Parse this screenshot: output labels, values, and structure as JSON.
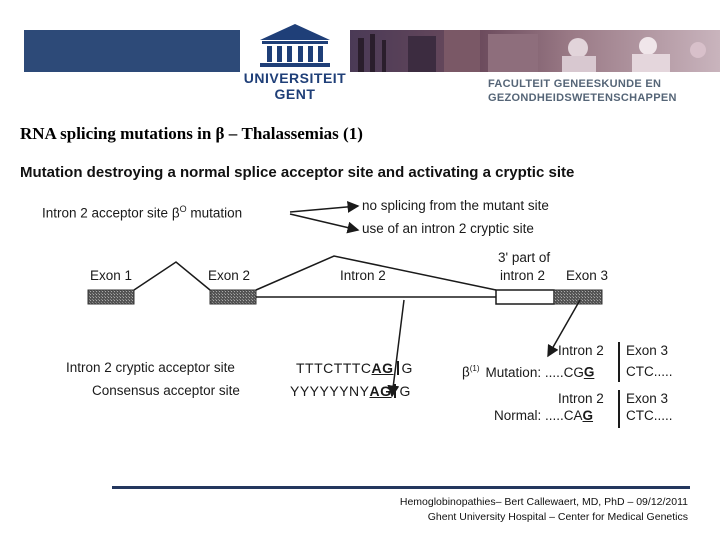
{
  "header": {
    "logo_line1": "UNIVERSITEIT",
    "logo_line2": "GENT",
    "faculty_line1": "FACULTEIT GENEESKUNDE EN",
    "faculty_line2": "GEZONDHEIDSWETENSCHAPPEN",
    "banner_color": "#2d4a78"
  },
  "slide": {
    "title": "RNA splicing mutations in β – Thalassemias (1)",
    "subtitle": "Mutation destroying a normal splice acceptor site and activating a cryptic site"
  },
  "diagram": {
    "mutation_label": "Intron 2 acceptor site β",
    "mutation_sup": "O",
    "mutation_suffix": " mutation",
    "effect1": "no splicing from the mutant site",
    "effect2": "use of an intron 2 cryptic site",
    "exon1": "Exon 1",
    "exon2": "Exon 2",
    "intron2": "Intron 2",
    "three_prime_line1": "3' part of",
    "three_prime_line2": "intron 2",
    "exon3": "Exon 3",
    "cryptic_label": "Intron 2 cryptic acceptor site",
    "cryptic_seq_prefix": "TTTCTTTC",
    "cryptic_seq_ag": "AG",
    "cryptic_seq_suffix": "G",
    "consensus_label": "Consensus acceptor site",
    "consensus_seq_prefix": "YYYYYYNY",
    "consensus_seq_ag": "AG",
    "consensus_seq_suffix": "G",
    "mutation_block_intron": "Intron 2",
    "mutation_block_exon": "Exon 3",
    "beta_sup": "(1)",
    "mutation_row_label": "β",
    "mutation_row_text": "Mutation: .....CG",
    "mutation_row_g": "G",
    "mutation_row_exon_seq": "CTC.....",
    "normal_block_intron": "Intron 2",
    "normal_block_exon": "Exon 3",
    "normal_row_text": "Normal: .....CA",
    "normal_row_g": "G",
    "normal_row_exon_seq": "CTC....."
  },
  "footer": {
    "line1": "Hemoglobinopathies– Bert Callewaert, MD, PhD – 09/12/2011",
    "line2": "Ghent University Hospital – Center for Medical Genetics"
  }
}
